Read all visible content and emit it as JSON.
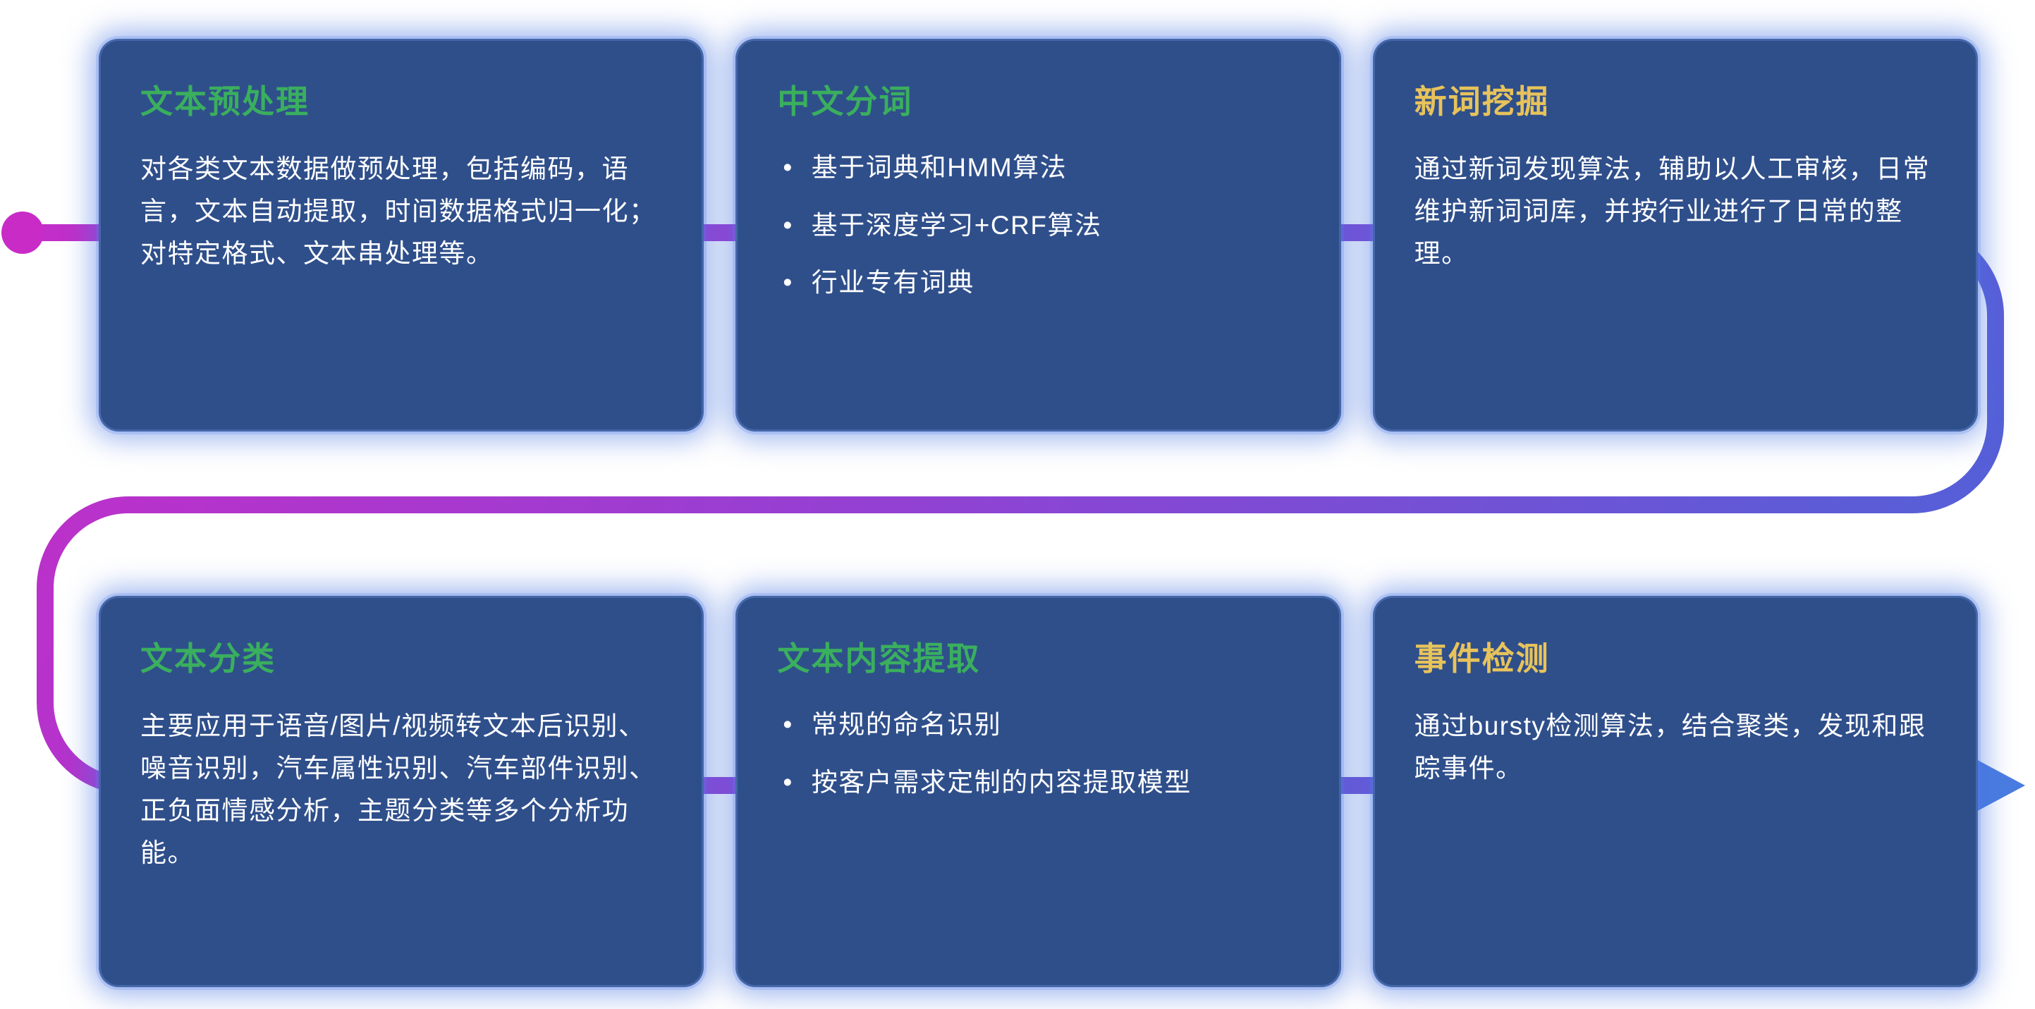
{
  "palette": {
    "background": "#ffffff",
    "card_background": "#2f4f8b",
    "card_glow": "#4876e2",
    "body_text": "#ffffff",
    "title_green": "#3aaf5e",
    "title_gold": "#e8c35a"
  },
  "flow": {
    "start_dot_color": "#c92bc7",
    "gradient": [
      "#c92bc7",
      "#9341d3",
      "#4468d8"
    ],
    "arrow_color": "#4a7ce0"
  },
  "bullet_glyph": "•",
  "cards": [
    {
      "title": "文本预处理",
      "title_color": "#3aaf5e",
      "body": "对各类文本数据做预处理，包括编码，语言，文本自动提取，时间数据格式归一化；对特定格式、文本串处理等。"
    },
    {
      "title": "中文分词",
      "title_color": "#3aaf5e",
      "bullets": [
        "基于词典和HMM算法",
        "基于深度学习+CRF算法",
        "行业专有词典"
      ]
    },
    {
      "title": "新词挖掘",
      "title_color": "#e8c35a",
      "body": "通过新词发现算法，辅助以人工审核，日常维护新词词库，并按行业进行了日常的整理。"
    },
    {
      "title": "文本分类",
      "title_color": "#3aaf5e",
      "body": "主要应用于语音/图片/视频转文本后识别、噪音识别，汽车属性识别、汽车部件识别、正负面情感分析，主题分类等多个分析功能。"
    },
    {
      "title": "文本内容提取",
      "title_color": "#3aaf5e",
      "bullets": [
        "常规的命名识别",
        "按客户需求定制的内容提取模型"
      ]
    },
    {
      "title": "事件检测",
      "title_color": "#e8c35a",
      "body": "通过bursty检测算法，结合聚类，发现和跟踪事件。"
    }
  ]
}
